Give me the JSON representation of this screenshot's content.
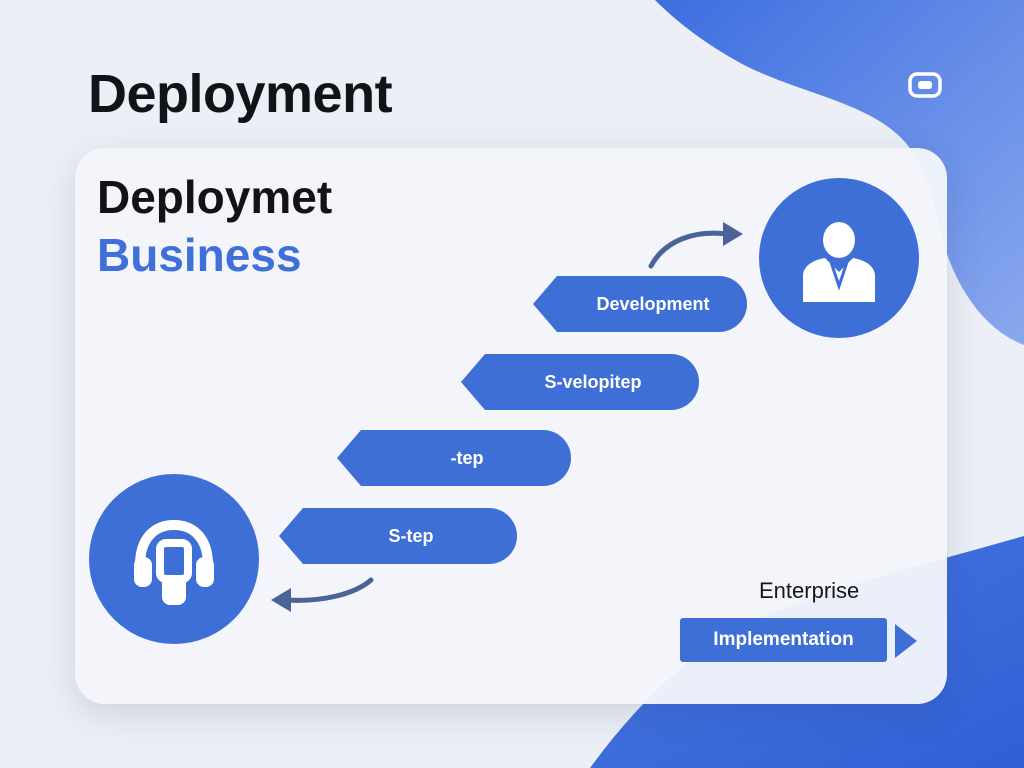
{
  "page": {
    "title": "Deployment"
  },
  "card": {
    "title": "Deploymet",
    "subtitle": "Business"
  },
  "steps": [
    {
      "label": "Development"
    },
    {
      "label": "S-velopitep"
    },
    {
      "label": "-tep"
    },
    {
      "label": "S-tep"
    }
  ],
  "icons": {
    "corner": "chat-window-icon",
    "top_avatar": "person-icon",
    "bottom_avatar": "headset-icon"
  },
  "enterprise": {
    "label": "Enterprise",
    "bar_label": "Implementation"
  },
  "colors": {
    "accent": "#3e6fd7",
    "title_text": "#111318",
    "subtitle_text": "#3f6fd8",
    "background": "#eceff5",
    "arrow": "#4a6398"
  }
}
